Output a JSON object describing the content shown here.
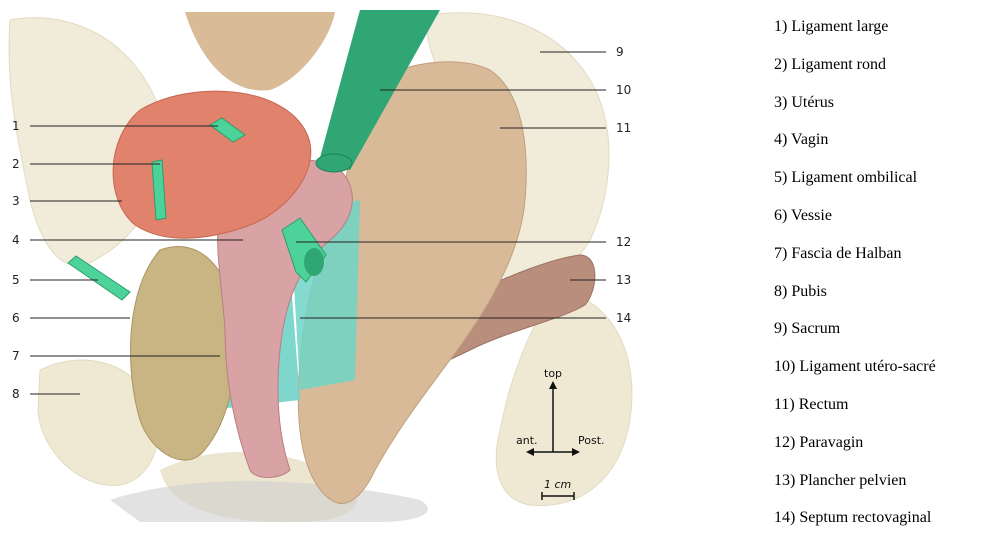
{
  "callout_numbers": [
    "1",
    "2",
    "3",
    "4",
    "5",
    "6",
    "7",
    "8",
    "9",
    "10",
    "11",
    "12",
    "13",
    "14"
  ],
  "legend": [
    "1) Ligament large",
    "2) Ligament rond",
    "3) Utérus",
    "4) Vagin",
    "5) Ligament ombilical",
    "6) Vessie",
    "7) Fascia de Halban",
    "8) Pubis",
    "9) Sacrum",
    "10) Ligament utéro-sacré",
    "11) Rectum",
    "12) Paravagin",
    "13) Plancher pelvien",
    "14) Septum rectovaginal"
  ],
  "orientation": {
    "top": "top",
    "anterior": "ant.",
    "posterior": "Post."
  },
  "scale_bar": "1 cm",
  "colors": {
    "bone": "#efe9d4",
    "rectum": "#d7b896",
    "uterus": "#e0826c",
    "vagina": "#d9a2a4",
    "bladder": "#c9b483",
    "ligament": "#2fa674",
    "halban": "#6fd3c6",
    "floor": "#b58a7a"
  }
}
